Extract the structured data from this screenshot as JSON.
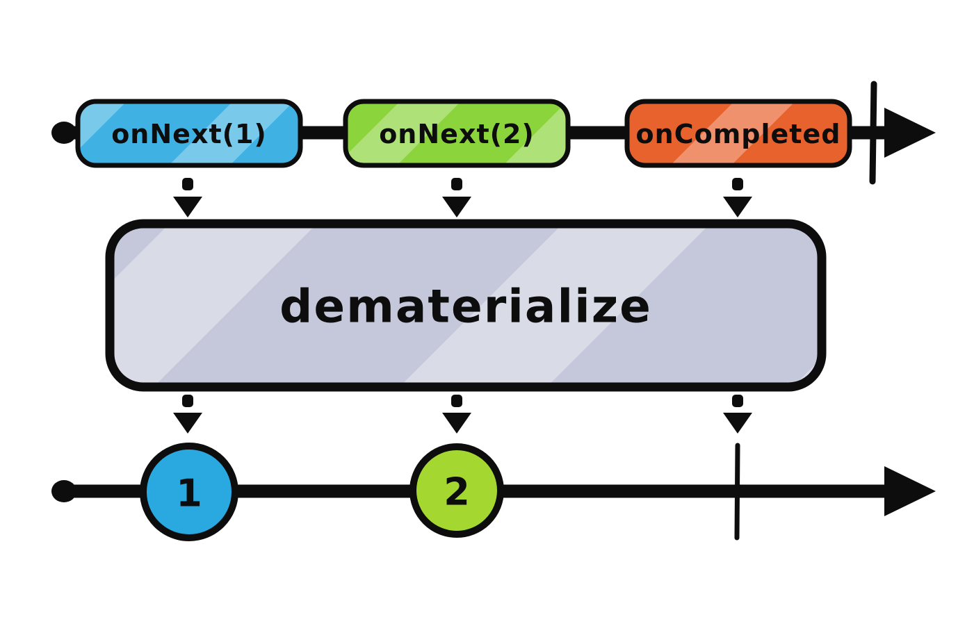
{
  "diagram": {
    "name": "dematerialize",
    "operator_box": {
      "label": "dematerialize",
      "fill": "#c5c7da"
    },
    "input_stream": {
      "events": [
        {
          "kind": "notification-pill",
          "label": "onNext(1)",
          "color": "#3fb1e3"
        },
        {
          "kind": "notification-pill",
          "label": "onNext(2)",
          "color": "#8bd43c"
        },
        {
          "kind": "notification-pill",
          "label": "onCompleted",
          "color": "#e8622d"
        }
      ],
      "completed": true
    },
    "output_stream": {
      "events": [
        {
          "kind": "value-marble",
          "label": "1",
          "color": "#2aa9e1"
        },
        {
          "kind": "value-marble",
          "label": "2",
          "color": "#a4d831"
        }
      ],
      "completed": true
    },
    "colors": {
      "ink": "#0d0d0d",
      "background": "#ffffff"
    }
  }
}
